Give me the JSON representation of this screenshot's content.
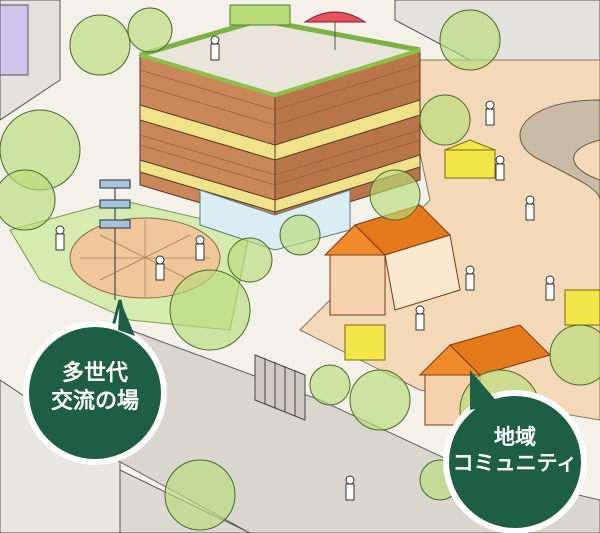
{
  "illustration": {
    "callouts": [
      {
        "lines": [
          "多世代",
          "交流の場"
        ]
      },
      {
        "lines": [
          "地域",
          "コミュニティ"
        ]
      }
    ],
    "colors": {
      "brick": "#c9875a",
      "brick_dark": "#a5633a",
      "band_yellow": "#efe28a",
      "plaza_tan": "#f3d9b8",
      "greenery": "#b9dc7a",
      "green_light": "#d6ebb0",
      "tent_orange": "#f08a2a",
      "tent_yellow": "#f3e54a",
      "bubble_green": "#1f5e46",
      "umbrella_red": "#e5505e",
      "pavement": "#d9d6d0"
    }
  }
}
